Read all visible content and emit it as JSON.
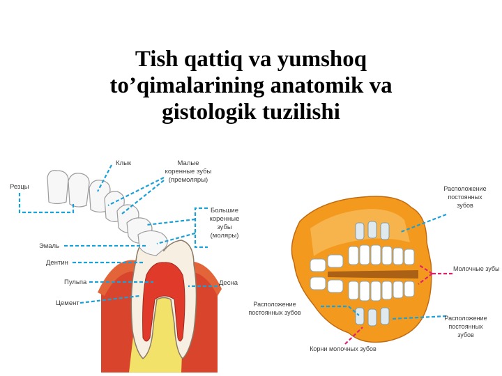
{
  "title": {
    "line1": "Tish qattiq va yumshoq",
    "line2": "to’qimalarining anatomik va",
    "line3": "gistologik tuzilishi"
  },
  "left_diagram": {
    "labels": {
      "rezcy": "Резцы",
      "klyk": "Клык",
      "malye_1": "Малые",
      "malye_2": "коренные зубы",
      "malye_3": "(премоляры)",
      "bolshie_1": "Большие",
      "bolshie_2": "коренные",
      "bolshie_3": "зубы",
      "bolshie_4": "(моляры)",
      "emal": "Эмаль",
      "dentin": "Дентин",
      "pulpa": "Пульпа",
      "cement": "Цемент",
      "desna": "Десна"
    }
  },
  "right_diagram": {
    "labels": {
      "raspol_top_1": "Расположение",
      "raspol_top_2": "постоянных",
      "raspol_top_3": "зубов",
      "molochnye": "Молочные зубы",
      "raspol_left_1": "Расположение",
      "raspol_left_2": "постоянных зубов",
      "raspol_br_1": "Расположение",
      "raspol_br_2": "постоянных",
      "raspol_br_3": "зубов",
      "korni": "Корни молочных зубов"
    }
  },
  "colors": {
    "leader_blue": "#1aa0d8",
    "leader_pink": "#e0206e",
    "bone_orange": "#f39a1e",
    "gum_red": "#d8452c",
    "bone_yellow": "#f2e26a",
    "pulp_red": "#e03a2a"
  }
}
